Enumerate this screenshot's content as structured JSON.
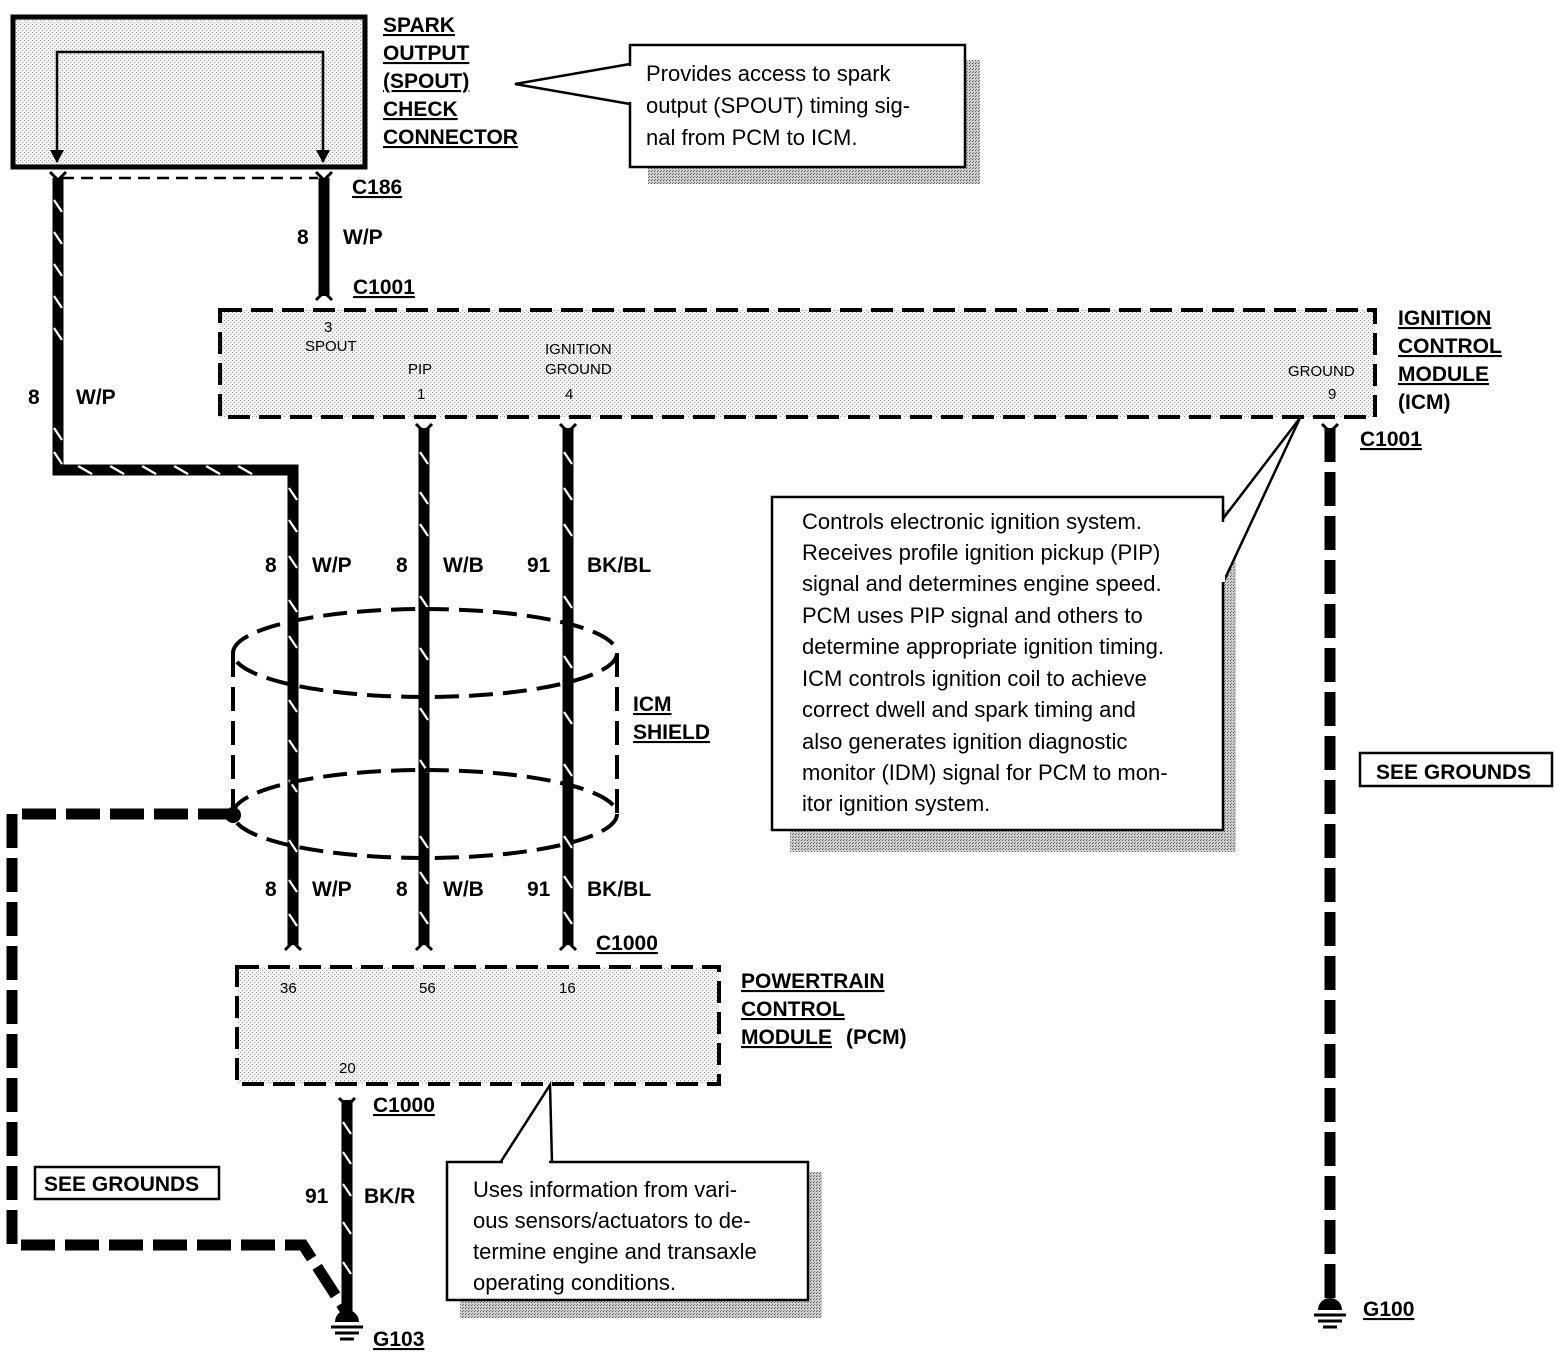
{
  "components": {
    "spout": {
      "title_lines": [
        "SPARK",
        "OUTPUT",
        "(SPOUT)",
        "CHECK",
        "CONNECTOR"
      ]
    },
    "icm": {
      "title_lines": [
        "IGNITION",
        "CONTROL",
        "MODULE"
      ],
      "abbr": "(ICM)"
    },
    "pcm": {
      "title_lines": [
        "POWERTRAIN",
        "CONTROL"
      ],
      "title_last": "MODULE",
      "abbr": "(PCM)"
    },
    "shield": {
      "title_lines": [
        "ICM",
        "SHIELD"
      ]
    }
  },
  "connectors": {
    "c186": "C186",
    "c1001_top": "C1001",
    "c1001_right": "C1001",
    "c1000_top": "C1000",
    "c1000_bottom": "C1000"
  },
  "grounds": {
    "g103": "G103",
    "g100": "G100"
  },
  "icm_pins": {
    "spout_num": "3",
    "spout_name": "SPOUT",
    "pip_name": "PIP",
    "pip_num": "1",
    "ign_gnd_name_1": "IGNITION",
    "ign_gnd_name_2": "GROUND",
    "ign_gnd_num": "4",
    "ground_name": "GROUND",
    "ground_num": "9"
  },
  "pcm_pins": {
    "p36": "36",
    "p56": "56",
    "p16": "16",
    "p20": "20"
  },
  "wires": {
    "spout_short": {
      "circuit": "8",
      "color": "W/P"
    },
    "spout_long": {
      "circuit": "8",
      "color": "W/P"
    },
    "upper": [
      {
        "circuit": "8",
        "color": "W/P"
      },
      {
        "circuit": "8",
        "color": "W/B"
      },
      {
        "circuit": "91",
        "color": "BK/BL"
      }
    ],
    "lower": [
      {
        "circuit": "8",
        "color": "W/P"
      },
      {
        "circuit": "8",
        "color": "W/B"
      },
      {
        "circuit": "91",
        "color": "BK/BL"
      }
    ],
    "pcm_ground": {
      "circuit": "91",
      "color": "BK/R"
    }
  },
  "see_grounds": {
    "left": "SEE GROUNDS",
    "right": "SEE GROUNDS"
  },
  "callouts": {
    "spout": [
      "Provides access to spark",
      "output (SPOUT) timing sig-",
      "nal from PCM to ICM."
    ],
    "icm": [
      "Controls electronic ignition system.",
      "Receives profile ignition pickup (PIP)",
      "signal and determines engine speed.",
      "PCM uses PIP signal and others to",
      "determine appropriate ignition timing.",
      "ICM controls ignition coil to achieve",
      "correct dwell and spark timing and",
      "also generates ignition diagnostic",
      "monitor (IDM) signal for PCM to mon-",
      "itor ignition system."
    ],
    "pcm": [
      "Uses information from vari-",
      "ous sensors/actuators to de-",
      "termine engine and transaxle",
      "operating conditions."
    ]
  }
}
